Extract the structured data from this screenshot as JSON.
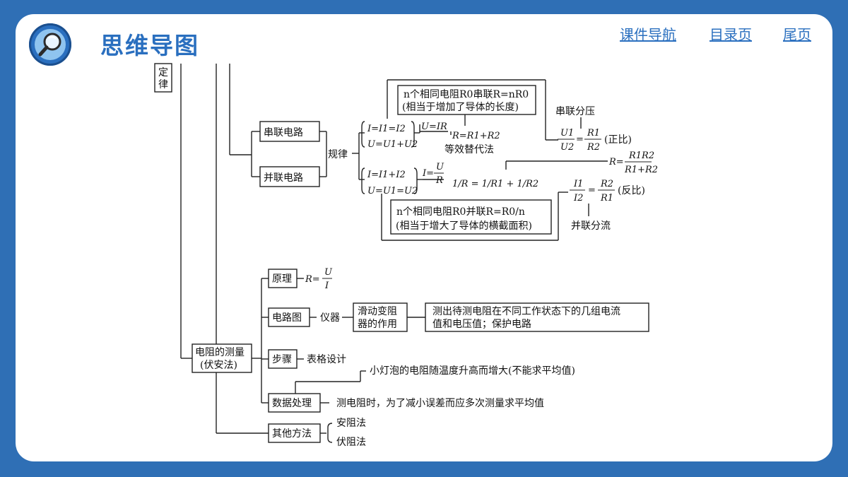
{
  "header": {
    "title": "思维导图",
    "nav": [
      "课件导航",
      "目录页",
      "尾页"
    ],
    "logo_icon": "magnifier-icon"
  },
  "colors": {
    "frame": "#2f6fb5",
    "accent": "#2a6fbf"
  },
  "mindmap": {
    "top_fragment": "定律",
    "series_circuit": "串联电路",
    "parallel_circuit": "并联电路",
    "rule": "规律",
    "series_rules": [
      "I=I1=I2",
      "U=U1+U2"
    ],
    "series_u_ir": "U=IR",
    "series_r": "R=R1+R2",
    "equivalent": "等效替代法",
    "series_box": [
      "n个相同电阻R0串联R=nR0",
      "(相当于增加了导体的长度)"
    ],
    "series_divide_title": "串联分压",
    "series_divide": {
      "left_num": "U1",
      "left_den": "U2",
      "right_num": "R1",
      "right_den": "R2",
      "note": "(正比)"
    },
    "parallel_rules": [
      "I=I1+I2",
      "U=U1=U2"
    ],
    "parallel_i": {
      "lhs": "I=",
      "num": "U",
      "den": "R"
    },
    "parallel_r": "1/R = 1/R1 + 1/R2",
    "parallel_req": {
      "lhs": "R=",
      "num": "R1R2",
      "den": "R1+R2"
    },
    "parallel_divide": {
      "left_num": "I1",
      "left_den": "I2",
      "right_num": "R2",
      "right_den": "R1",
      "note": "(反比)"
    },
    "parallel_box": [
      "n个相同电阻R0并联R=R0/n",
      "(相当于增大了导体的横截面积)"
    ],
    "parallel_divide_title": "并联分流",
    "measurement": [
      "电阻的测量",
      "(伏安法)"
    ],
    "principle": "原理",
    "principle_formula": {
      "lhs": "R=",
      "num": "U",
      "den": "I"
    },
    "circuit_diagram": "电路图",
    "instrument": "仪器",
    "rheostat": [
      "滑动变阻",
      "器的作用"
    ],
    "rheostat_role": [
      "测出待测电阻在不同工作状态下的几组电流",
      "值和电压值；保护电路"
    ],
    "steps": "步骤",
    "table_design": "表格设计",
    "data_processing": "数据处理",
    "bulb_note": "小灯泡的电阻随温度升高而增大(不能求平均值)",
    "average_note": "测电阻时，为了减小误差而应多次测量求平均值",
    "other_methods": "其他方法",
    "ammeter_method": "安阻法",
    "voltmeter_method": "伏阻法"
  }
}
